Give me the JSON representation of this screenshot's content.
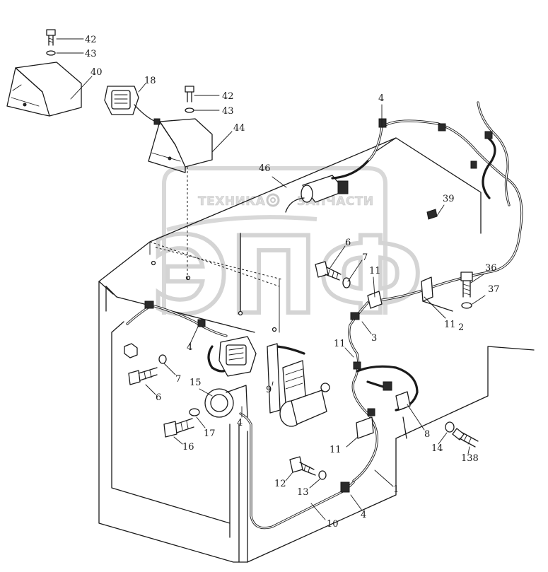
{
  "watermark": {
    "left_text": "ТЕХНИКА",
    "right_text": "ЗАПЧАСТИ",
    "big_letters": "ЭПФ"
  },
  "callouts": [
    {
      "id": "c42a",
      "text": "42"
    },
    {
      "id": "c43a",
      "text": "43"
    },
    {
      "id": "c40",
      "text": "40"
    },
    {
      "id": "c18",
      "text": "18"
    },
    {
      "id": "c42b",
      "text": "42"
    },
    {
      "id": "c43b",
      "text": "43"
    },
    {
      "id": "c44",
      "text": "44"
    },
    {
      "id": "c4a",
      "text": "4"
    },
    {
      "id": "c46",
      "text": "46"
    },
    {
      "id": "c39",
      "text": "39"
    },
    {
      "id": "c6a",
      "text": "6"
    },
    {
      "id": "c7a",
      "text": "7"
    },
    {
      "id": "c11a",
      "text": "11"
    },
    {
      "id": "c36",
      "text": "36"
    },
    {
      "id": "c37",
      "text": "37"
    },
    {
      "id": "c11b",
      "text": "11"
    },
    {
      "id": "c2",
      "text": "2"
    },
    {
      "id": "c3",
      "text": "3"
    },
    {
      "id": "c11c",
      "text": "11"
    },
    {
      "id": "c4b",
      "text": "4"
    },
    {
      "id": "c7b",
      "text": "7"
    },
    {
      "id": "c6b",
      "text": "6"
    },
    {
      "id": "c15",
      "text": "15"
    },
    {
      "id": "c9",
      "text": "9"
    },
    {
      "id": "c4c",
      "text": "4"
    },
    {
      "id": "c17",
      "text": "17"
    },
    {
      "id": "c16",
      "text": "16"
    },
    {
      "id": "c8",
      "text": "8"
    },
    {
      "id": "c14",
      "text": "14"
    },
    {
      "id": "c138",
      "text": "138"
    },
    {
      "id": "c11d",
      "text": "11"
    },
    {
      "id": "c12",
      "text": "12"
    },
    {
      "id": "c13",
      "text": "13"
    },
    {
      "id": "c1",
      "text": "1"
    },
    {
      "id": "c4d",
      "text": "4"
    },
    {
      "id": "c10",
      "text": "10"
    }
  ]
}
